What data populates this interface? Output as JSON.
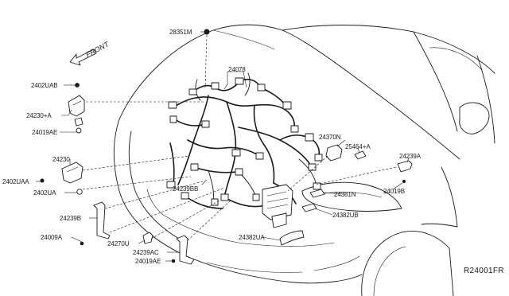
{
  "front_label": "FRONT",
  "diagram_code": "R24001FR",
  "part_labels": {
    "p28351m": "28351M",
    "p24078": "24078",
    "p2402uab": "2402UAB",
    "p24230a": "24230+A",
    "p24019ae_top": "24019AE",
    "p24370n": "24370N",
    "p25464a": "25464+A",
    "p24239a": "24239A",
    "p24019b": "24019B",
    "p24230": "24230",
    "p2402uaa": "2402UAA",
    "p2402ua": "2402UA",
    "p24239bb": "24239BB",
    "p24381n": "24381N",
    "p24382ub": "24382UB",
    "p24239b": "24239B",
    "p24009a": "24009A",
    "p24382ua": "24382UA",
    "p24270u": "24270U",
    "p24239ac": "24239AC",
    "p24019ae_bottom": "24019AE"
  }
}
